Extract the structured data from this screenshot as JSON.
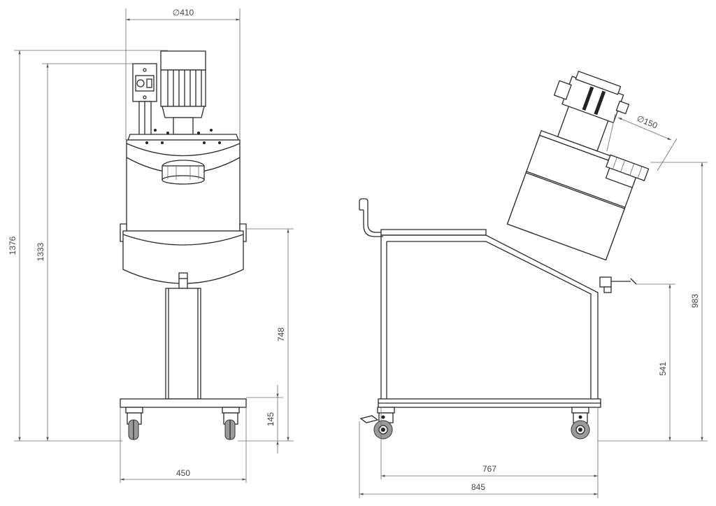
{
  "dimensions": {
    "front_tank_diameter": "∅410",
    "overall_height": "1376",
    "motor_height": "1333",
    "leg_height": "748",
    "base_height": "145",
    "base_width": "450",
    "side_inlet_diameter": "∅150",
    "side_height": "983",
    "side_outlet_height": "541",
    "frame_length": "767",
    "overall_length": "845"
  }
}
